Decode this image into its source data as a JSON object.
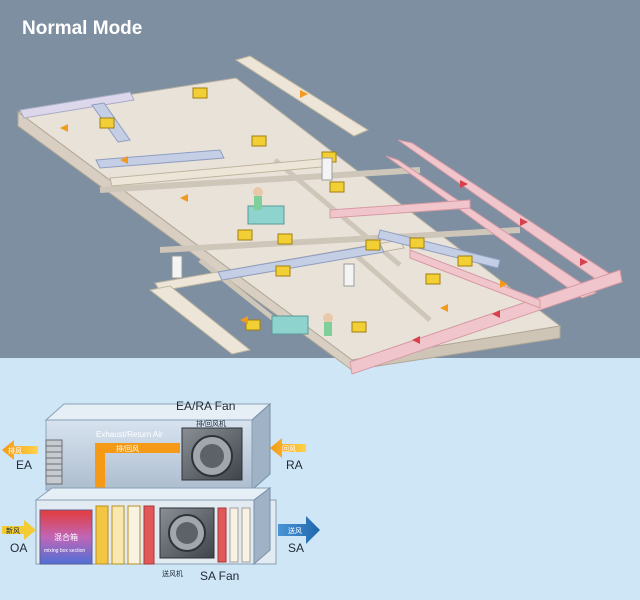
{
  "title": "Normal Mode",
  "ahu": {
    "ea_ra_fan": "EA/RA Fan",
    "exhaust_return_air": "Exhaust/Return Air",
    "exhaust_return_air_cn": "排/回风",
    "ea_ra_fan_cn": "排/回风机",
    "ea": "EA",
    "ea_cn": "排风",
    "ra": "RA",
    "ra_cn": "回风",
    "oa": "OA",
    "oa_cn": "新风",
    "sa": "SA",
    "sa_cn": "送风",
    "sa_fan": "SA Fan",
    "sa_fan_cn": "送风机",
    "mixing_cn": "混合箱",
    "mixing_en": "mixing box section"
  },
  "colors": {
    "top_bg": "#7d8fa0",
    "bottom_bg": "#cfe6f6",
    "supply_duct": "#c4cfe6",
    "exhaust_duct": "#f0c6cc",
    "exhaust_arrow": "#f6a623",
    "supply_arrow": "#2f7fc4"
  }
}
